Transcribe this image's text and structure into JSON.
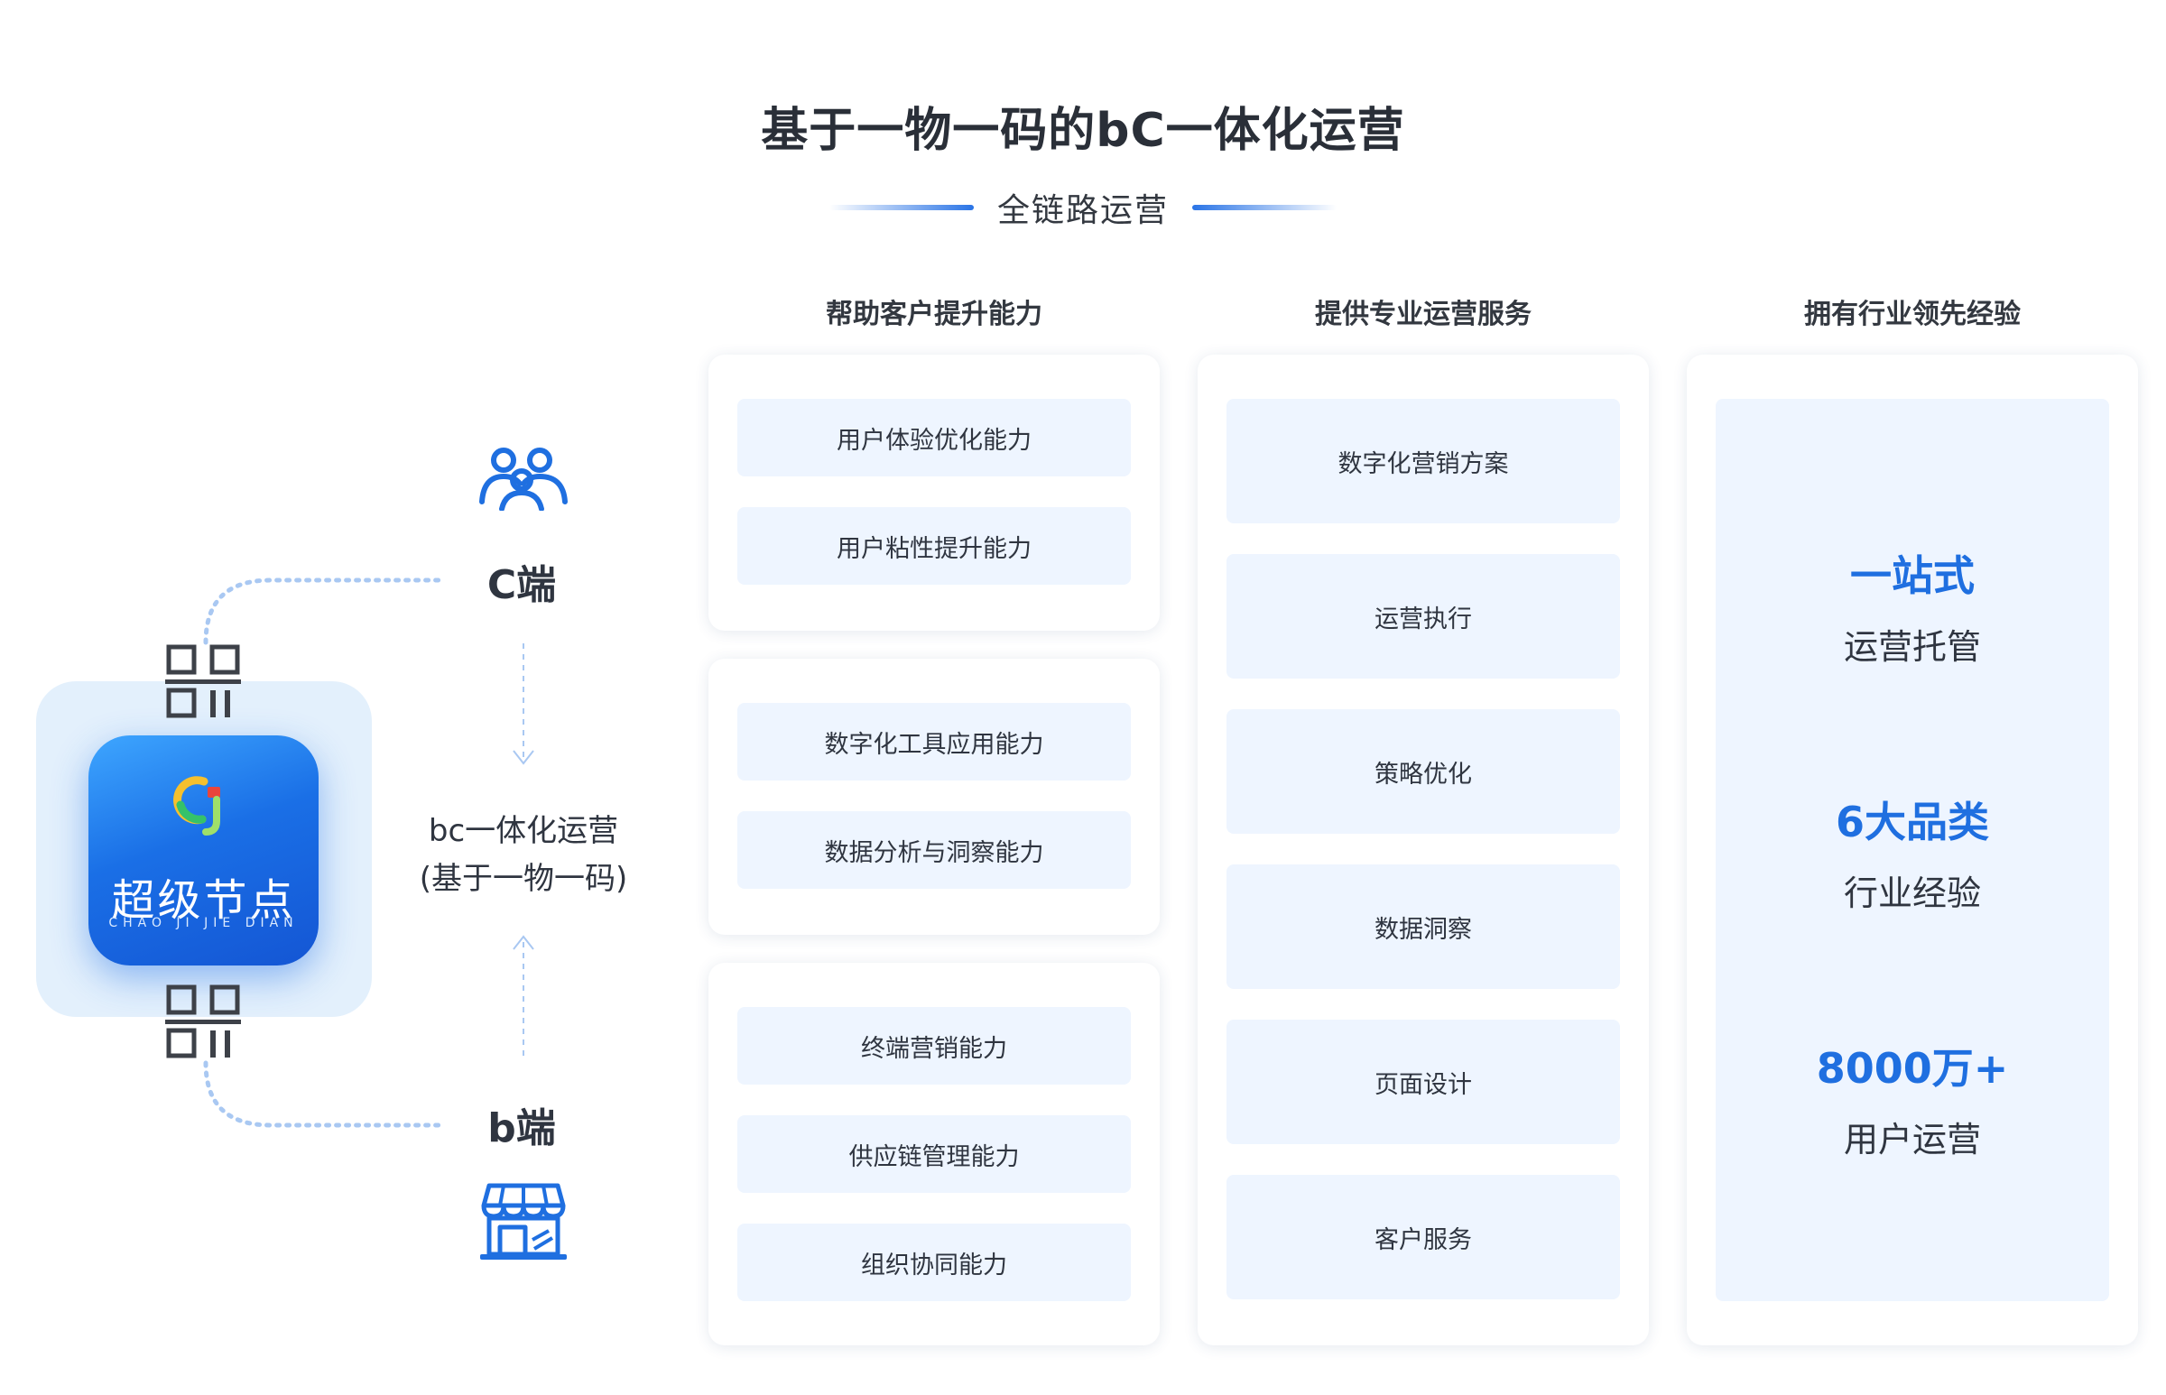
{
  "header": {
    "title": "基于一物一码的bC一体化运营",
    "subtitle": "全链路运营"
  },
  "left": {
    "app_name": "超级节点",
    "app_pinyin": "CHAO JI JIE DIAN",
    "c_end_label": "C端",
    "b_end_label": "b端",
    "center_label_line1": "bc一体化运营",
    "center_label_line2": "(基于一物一码)"
  },
  "columns": [
    {
      "heading": "帮助客户提升能力",
      "groups": [
        [
          "用户体验优化能力",
          "用户粘性提升能力"
        ],
        [
          "数字化工具应用能力",
          "数据分析与洞察能力"
        ],
        [
          "终端营销能力",
          "供应链管理能力",
          "组织协同能力"
        ]
      ]
    },
    {
      "heading": "提供专业运营服务",
      "items": [
        "数字化营销方案",
        "运营执行",
        "策略优化",
        "数据洞察",
        "页面设计",
        "客户服务"
      ]
    },
    {
      "heading": "拥有行业领先经验",
      "stats": [
        {
          "value": "一站式",
          "label": "运营托管"
        },
        {
          "value": "6大品类",
          "label": "行业经验"
        },
        {
          "value": "8000万+",
          "label": "用户运营"
        }
      ]
    }
  ],
  "colors": {
    "accent": "#1f6fe0",
    "pill_bg": "#eef5ff",
    "text": "#2f3540"
  }
}
